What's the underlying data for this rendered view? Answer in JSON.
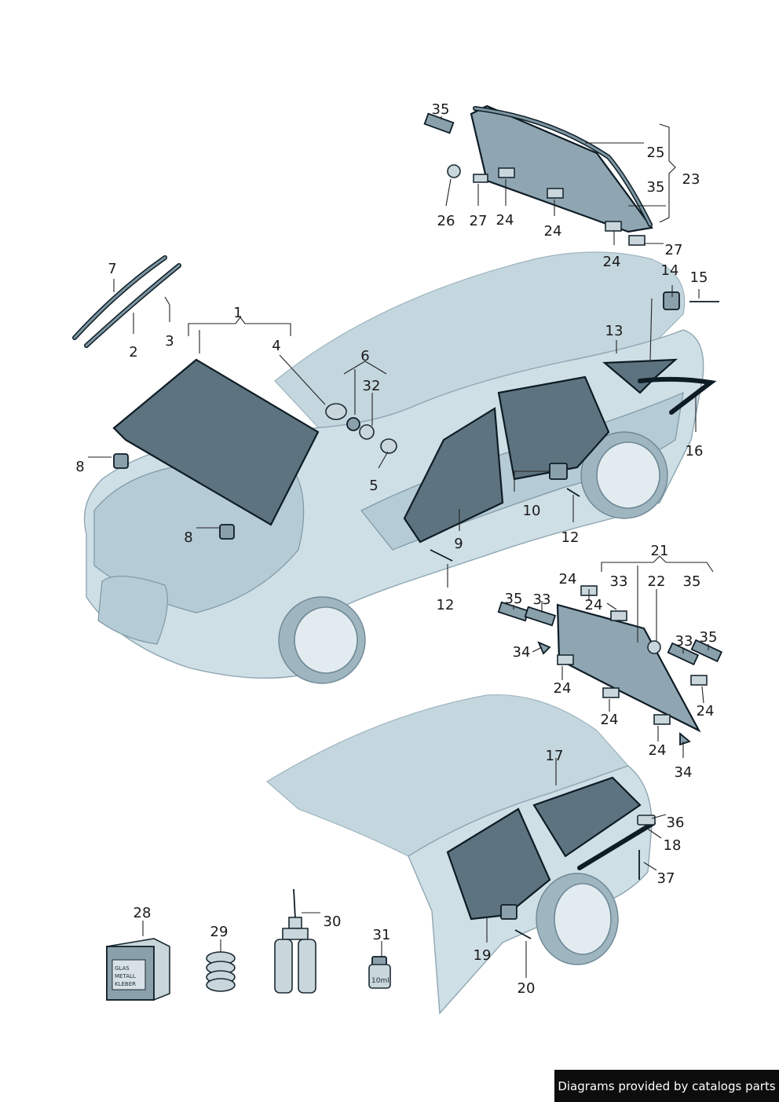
{
  "callouts": {
    "c1": "1",
    "c2": "2",
    "c3": "3",
    "c4": "4",
    "c5": "5",
    "c6": "6",
    "c7": "7",
    "c8a": "8",
    "c8b": "8",
    "c9": "9",
    "c10": "10",
    "c12a": "12",
    "c12b": "12",
    "c13": "13",
    "c14": "14",
    "c15": "15",
    "c16": "16",
    "c17": "17",
    "c18": "18",
    "c19": "19",
    "c20": "20",
    "c21": "21",
    "c22": "22",
    "c23": "23",
    "c24a": "24",
    "c24b": "24",
    "c24c": "24",
    "c24d": "24",
    "c24e": "24",
    "c24f": "24",
    "c24g": "24",
    "c24h": "24",
    "c24i": "24",
    "c25": "25",
    "c26": "26",
    "c27a": "27",
    "c27b": "27",
    "c28": "28",
    "c29": "29",
    "c30": "30",
    "c31": "31",
    "c32": "32",
    "c33a": "33",
    "c33b": "33",
    "c33c": "33",
    "c34a": "34",
    "c34b": "34",
    "c35a": "35",
    "c35b": "35",
    "c35c": "35",
    "c35d": "35",
    "c35e": "35",
    "c36": "36",
    "c37": "37"
  },
  "labels": {
    "adhesive_box_line1": "GLAS",
    "adhesive_box_line2": "METALL",
    "adhesive_box_line3": "KLEBER",
    "primer_bottle": "10ml"
  },
  "credit": "Diagrams provided by catalogs parts",
  "colors": {
    "glass": "#5d7480",
    "body": "#cfdfe6",
    "outline": "#0e1c25",
    "badge": "#0d0d0d"
  }
}
